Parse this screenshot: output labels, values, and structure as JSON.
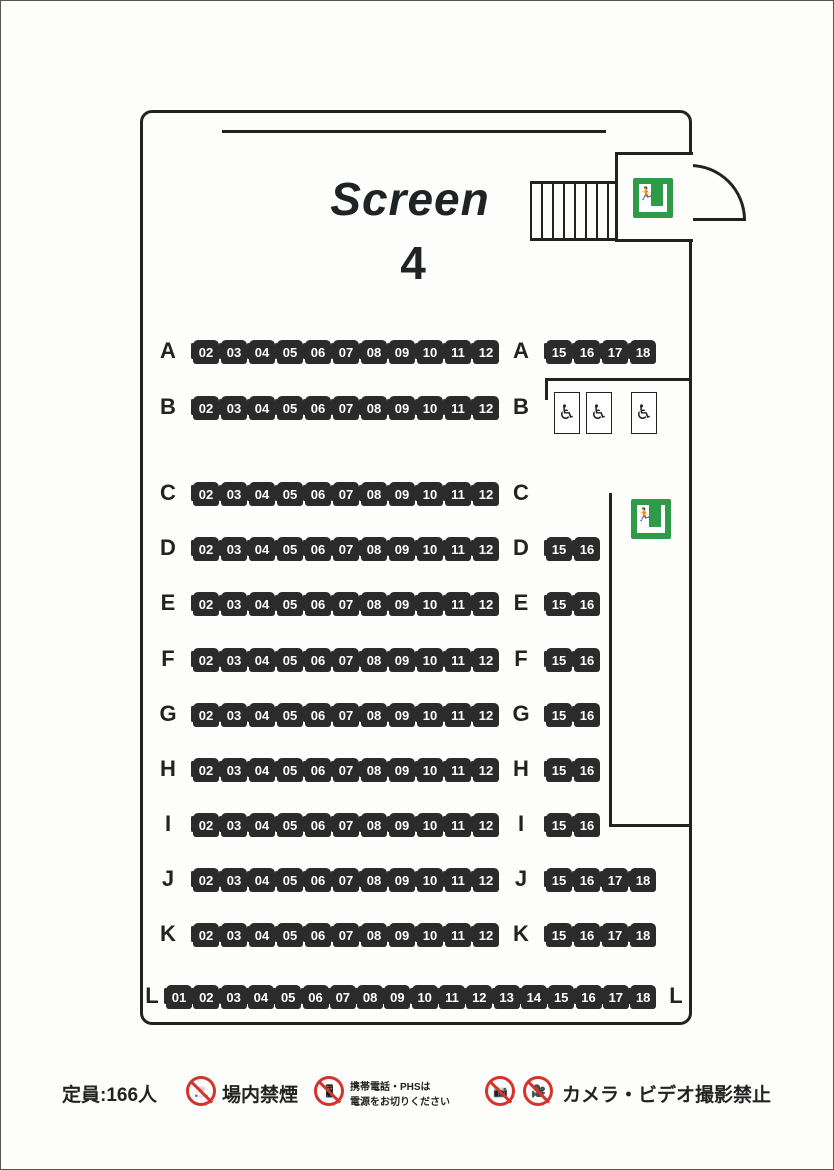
{
  "screen": {
    "title": "Screen",
    "number": "4"
  },
  "rows_left": [
    {
      "label": "A",
      "seats": [
        "02",
        "03",
        "04",
        "05",
        "06",
        "07",
        "08",
        "09",
        "10",
        "11",
        "12"
      ]
    },
    {
      "label": "B",
      "seats": [
        "02",
        "03",
        "04",
        "05",
        "06",
        "07",
        "08",
        "09",
        "10",
        "11",
        "12"
      ]
    },
    {
      "label": "C",
      "seats": [
        "02",
        "03",
        "04",
        "05",
        "06",
        "07",
        "08",
        "09",
        "10",
        "11",
        "12"
      ]
    },
    {
      "label": "D",
      "seats": [
        "02",
        "03",
        "04",
        "05",
        "06",
        "07",
        "08",
        "09",
        "10",
        "11",
        "12"
      ]
    },
    {
      "label": "E",
      "seats": [
        "02",
        "03",
        "04",
        "05",
        "06",
        "07",
        "08",
        "09",
        "10",
        "11",
        "12"
      ]
    },
    {
      "label": "F",
      "seats": [
        "02",
        "03",
        "04",
        "05",
        "06",
        "07",
        "08",
        "09",
        "10",
        "11",
        "12"
      ]
    },
    {
      "label": "G",
      "seats": [
        "02",
        "03",
        "04",
        "05",
        "06",
        "07",
        "08",
        "09",
        "10",
        "11",
        "12"
      ]
    },
    {
      "label": "H",
      "seats": [
        "02",
        "03",
        "04",
        "05",
        "06",
        "07",
        "08",
        "09",
        "10",
        "11",
        "12"
      ]
    },
    {
      "label": "I",
      "seats": [
        "02",
        "03",
        "04",
        "05",
        "06",
        "07",
        "08",
        "09",
        "10",
        "11",
        "12"
      ]
    },
    {
      "label": "J",
      "seats": [
        "02",
        "03",
        "04",
        "05",
        "06",
        "07",
        "08",
        "09",
        "10",
        "11",
        "12"
      ]
    },
    {
      "label": "K",
      "seats": [
        "02",
        "03",
        "04",
        "05",
        "06",
        "07",
        "08",
        "09",
        "10",
        "11",
        "12"
      ]
    }
  ],
  "rows_right": [
    {
      "label": "A",
      "seats": [
        "15",
        "16",
        "17",
        "18"
      ]
    },
    {
      "label": "B",
      "seats": []
    },
    {
      "label": "C",
      "seats": []
    },
    {
      "label": "D",
      "seats": [
        "15",
        "16"
      ]
    },
    {
      "label": "E",
      "seats": [
        "15",
        "16"
      ]
    },
    {
      "label": "F",
      "seats": [
        "15",
        "16"
      ]
    },
    {
      "label": "G",
      "seats": [
        "15",
        "16"
      ]
    },
    {
      "label": "H",
      "seats": [
        "15",
        "16"
      ]
    },
    {
      "label": "I",
      "seats": [
        "15",
        "16"
      ]
    },
    {
      "label": "J",
      "seats": [
        "15",
        "16",
        "17",
        "18"
      ]
    },
    {
      "label": "K",
      "seats": [
        "15",
        "16",
        "17",
        "18"
      ]
    }
  ],
  "row_l": {
    "label": "L",
    "seats": [
      "01",
      "02",
      "03",
      "04",
      "05",
      "06",
      "07",
      "08",
      "09",
      "10",
      "11",
      "12",
      "13",
      "14",
      "15",
      "16",
      "17",
      "18"
    ]
  },
  "wheelchair_icon": "♿",
  "footer": {
    "capacity": "定員:166人",
    "no_smoking": "場内禁煙",
    "phone_line1": "携帯電話・PHSは",
    "phone_line2": "電源をお切りください",
    "no_camera": "カメラ・ビデオ撮影禁止"
  },
  "colors": {
    "seat": "#2b2b2b",
    "exit": "#2f9a48",
    "prohibit": "#d3342b"
  }
}
